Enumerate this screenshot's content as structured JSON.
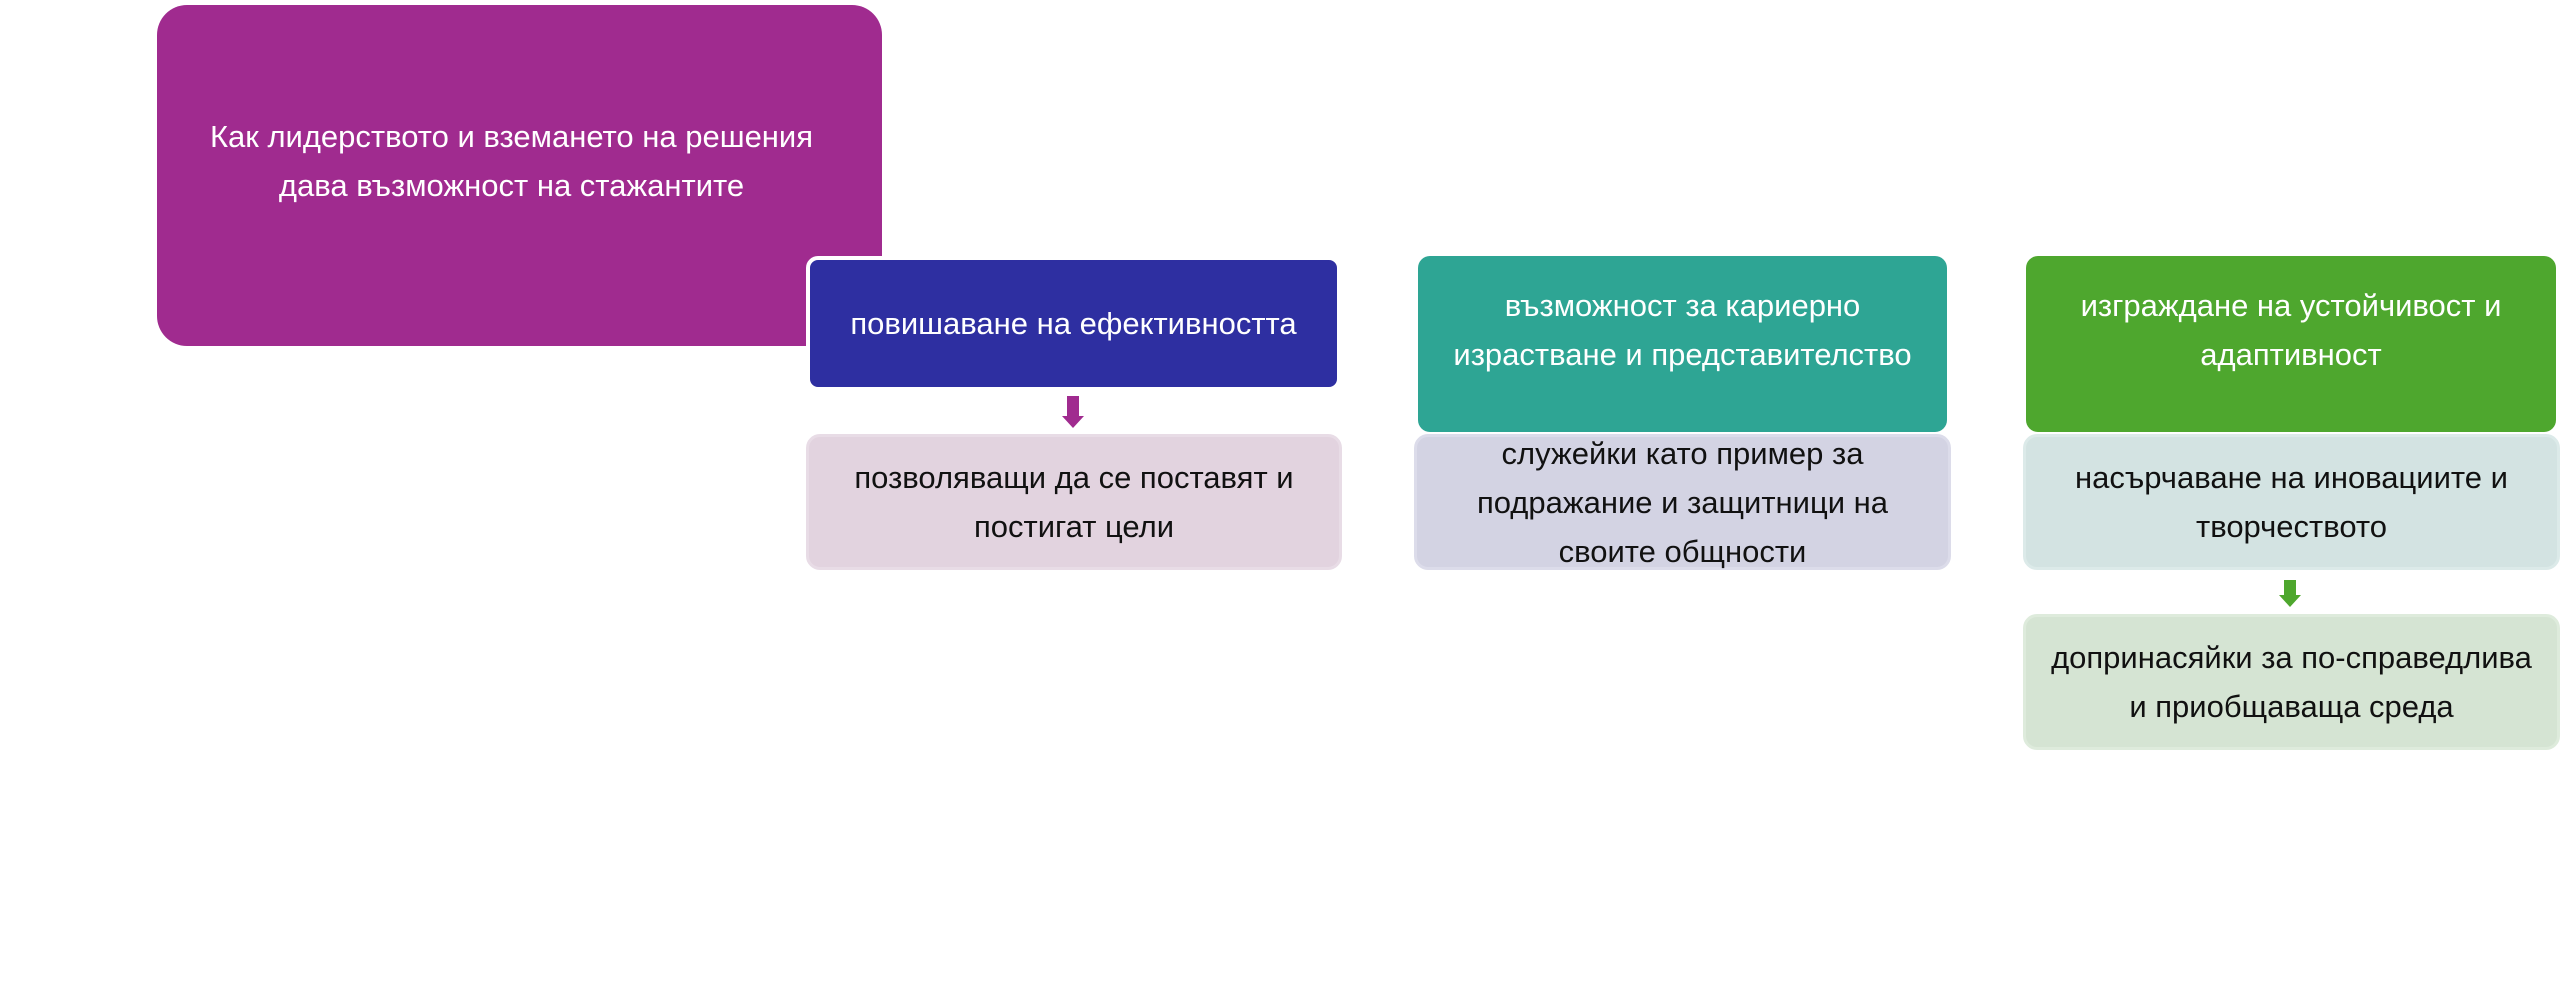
{
  "root": {
    "text": "Как лидерството и вземането на решения дава възможност на стажантите",
    "color": "#A02B8F"
  },
  "branches": [
    {
      "header": "повишаване на ефективността",
      "header_color": "#2E2FA1",
      "children": [
        "позволяващи да се поставят и постигат цели"
      ]
    },
    {
      "header": "възможност за кариерно израстване и представителство",
      "header_color": "#2EA594",
      "children": [
        "служейки като пример за подражание и защитници на своите общности"
      ]
    },
    {
      "header": "изграждане на устойчивост и адаптивност",
      "header_color": "#4EA72E",
      "children": [
        "насърчаване на иновациите и творчеството",
        "допринасяйки за по-справедлива и приобщаваща среда"
      ]
    }
  ]
}
